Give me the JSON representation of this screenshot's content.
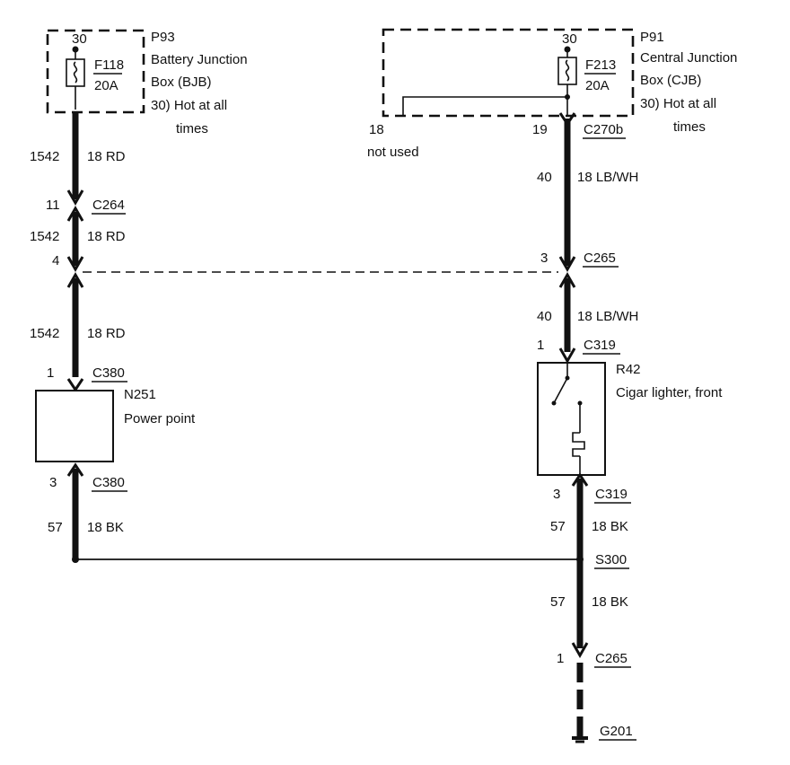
{
  "bjb": {
    "id": "P93",
    "name_line1": "Battery Junction",
    "name_line2": "Box (BJB)",
    "terminal": "30",
    "note_line1": "30)  Hot at all",
    "note_line2": "times"
  },
  "f118": {
    "name": "F118",
    "rating": "20A"
  },
  "cjb": {
    "id": "P91",
    "name_line1": "Central Junction",
    "name_line2": "Box (CJB)",
    "terminal": "30",
    "note_line1": "30)  Hot at all",
    "note_line2": "times"
  },
  "f213": {
    "name": "F213",
    "rating": "20A"
  },
  "not_used": {
    "pin": "18",
    "label": "not used"
  },
  "left_wire": {
    "seg1": {
      "circuit": "1542",
      "spec": "18 RD"
    },
    "c264": {
      "pin": "11",
      "name": "C264"
    },
    "seg2": {
      "circuit": "1542",
      "spec": "18 RD"
    },
    "c265_pin": "4",
    "seg3": {
      "circuit": "1542",
      "spec": "18 RD"
    },
    "c380_top": {
      "pin": "1",
      "name": "C380"
    },
    "c380_bottom": {
      "pin": "3",
      "name": "C380"
    },
    "seg4": {
      "circuit": "57",
      "spec": "18 BK"
    }
  },
  "n251": {
    "id": "N251",
    "name": "Power point"
  },
  "right_wire": {
    "c270b": {
      "pin": "19",
      "name": "C270b"
    },
    "seg1": {
      "circuit": "40",
      "spec": "18 LB/WH"
    },
    "c265": {
      "pin": "3",
      "name": "C265"
    },
    "seg2": {
      "circuit": "40",
      "spec": "18 LB/WH"
    },
    "c319_top": {
      "pin": "1",
      "name": "C319"
    },
    "c319_bottom": {
      "pin": "3",
      "name": "C319"
    },
    "seg3": {
      "circuit": "57",
      "spec": "18 BK"
    },
    "s300": "S300",
    "seg4": {
      "circuit": "57",
      "spec": "18 BK"
    },
    "c265_bottom": {
      "pin": "1",
      "name": "C265"
    },
    "ground": "G201"
  },
  "r42": {
    "id": "R42",
    "name": "Cigar lighter, front"
  }
}
